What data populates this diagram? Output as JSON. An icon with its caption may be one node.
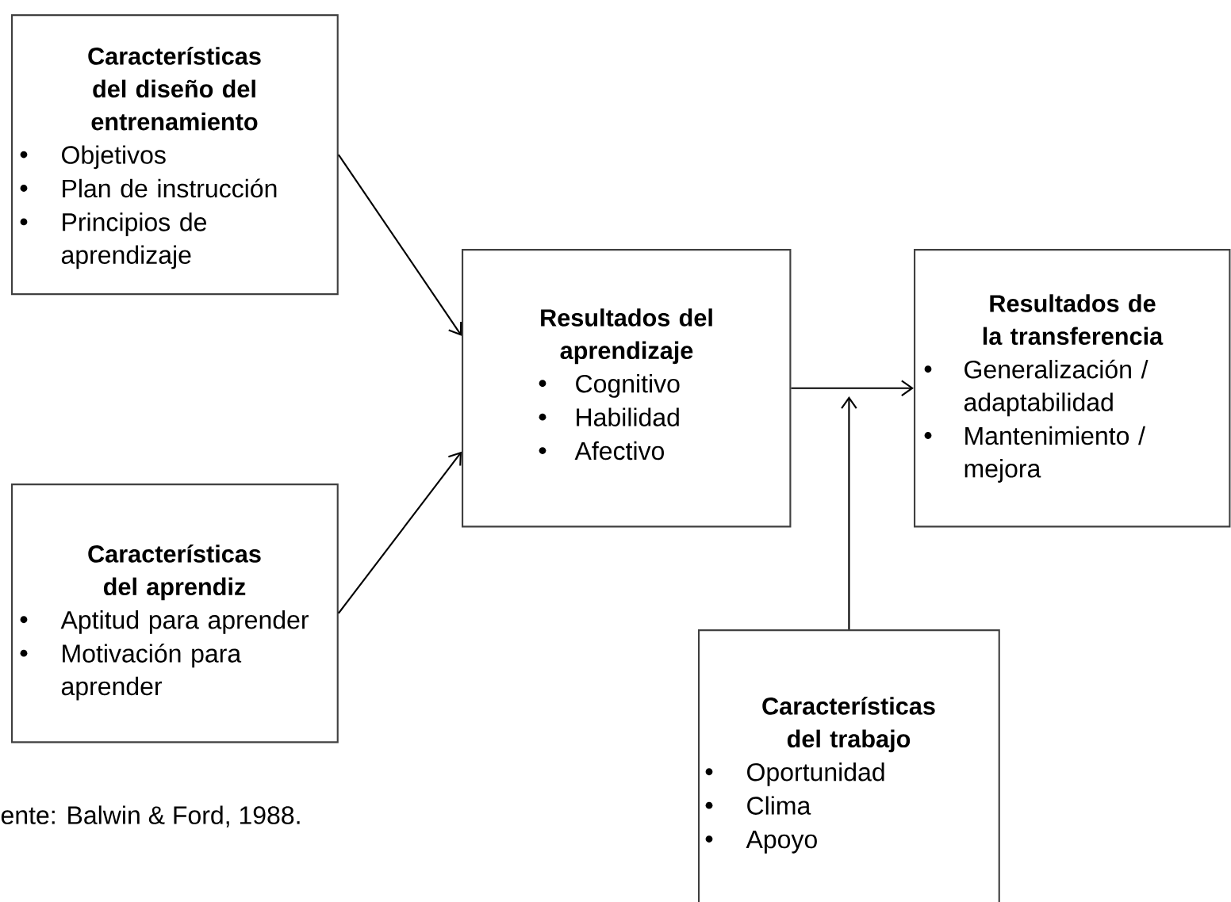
{
  "diagram": {
    "nodes": [
      {
        "text": [
          "Características del diseño del entrenamiento",
          "Objetivos",
          "Plan de instrucción",
          "Principios de aprendizaje"
        ]
      },
      {
        "text": [
          "Características del aprendiz",
          "Aptitud para aprender",
          "Motivación para aprender"
        ]
      },
      {
        "text": [
          "Resultados del aprendizaje",
          "Cognitivo",
          "Habilidad",
          "Afectivo"
        ]
      },
      {
        "text": [
          "Resultados de la transferencia",
          "Generalización / adaptabilidad",
          "Mantenimiento / mejora"
        ]
      },
      {
        "text": [
          "Características del trabajo",
          "Oportunidad",
          "Clima",
          "Apoyo"
        ]
      }
    ],
    "edges": [
      {
        "from": 0,
        "to": 2,
        "arrow": "to"
      },
      {
        "from": 1,
        "to": 2,
        "arrow": "to"
      },
      {
        "from": 2,
        "to": 3,
        "arrow": "to"
      },
      {
        "from": 4,
        "to": null,
        "arrow": "to"
      }
    ],
    "labels": [
      "ente: Balwin & Ford, 1988."
    ]
  }
}
